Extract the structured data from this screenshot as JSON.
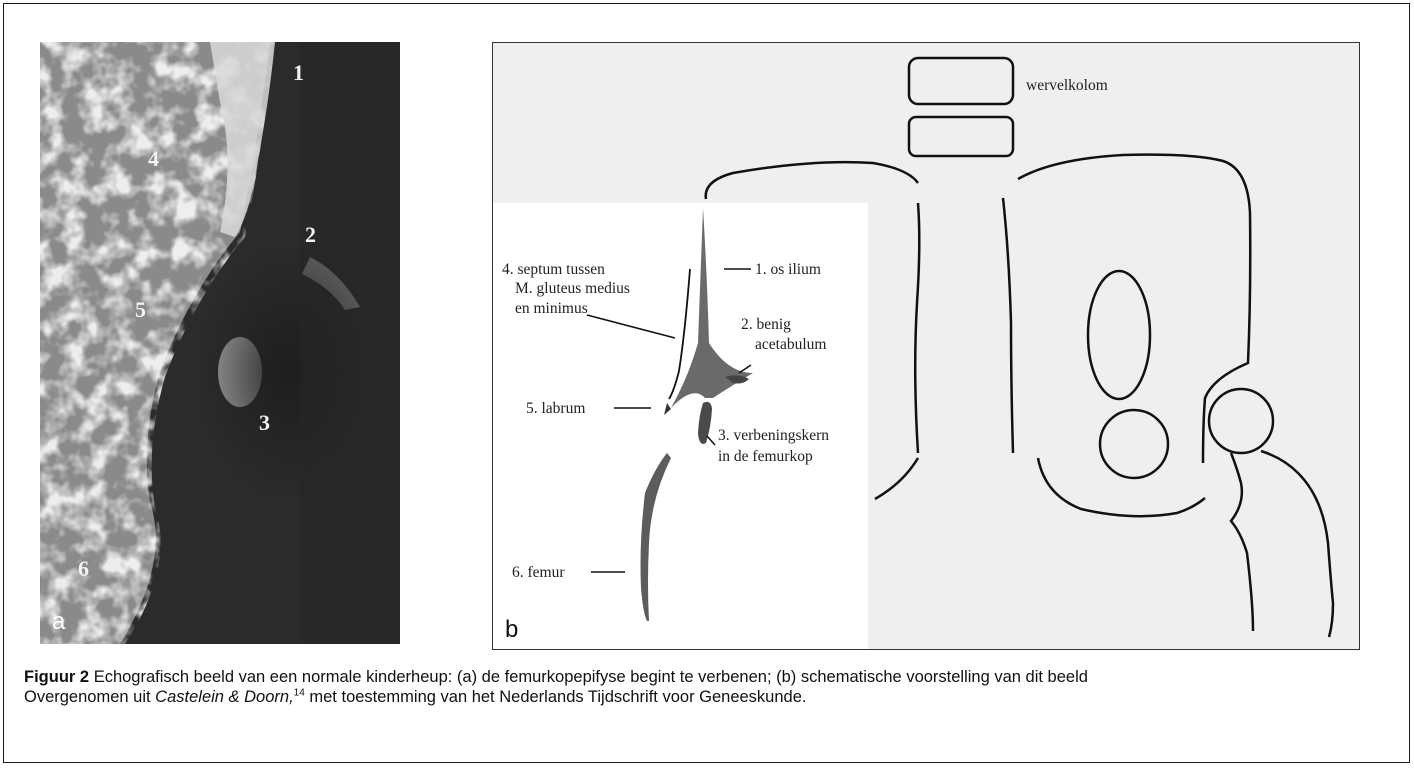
{
  "panel_a": {
    "letter": "a",
    "numbers": [
      "1",
      "2",
      "3",
      "4",
      "5",
      "6"
    ]
  },
  "panel_b": {
    "letter": "b",
    "labels": {
      "wervelkolom": "wervelkolom",
      "l1": "1. os ilium",
      "l2a": "2. benig",
      "l2b": "acetabulum",
      "l3a": "3. verbeningskern",
      "l3b": "in de femurkop",
      "l4a": "4. septum tussen",
      "l4b": "M. gluteus medius",
      "l4c": "en minimus",
      "l5": "5. labrum",
      "l6": "6. femur"
    }
  },
  "caption": {
    "title": "Figuur 2",
    "line1": "Echografisch beeld van een normale kinderheup: (a) de femurkopepifyse begint te verbenen; (b) schematische voorstelling van dit beeld",
    "source_pre": "Overgenomen uit",
    "source_authors": "Castelein & Doorn,",
    "source_ref": "14",
    "source_post": "met toestemming van het Nederlands Tijdschrift voor Geneeskunde."
  }
}
